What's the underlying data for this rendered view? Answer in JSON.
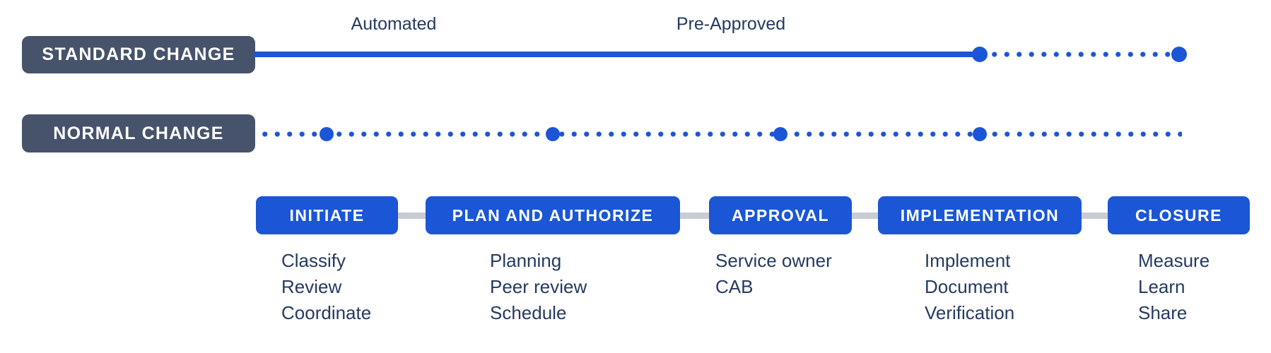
{
  "colors": {
    "accent_blue": "#1a56d6",
    "pill_slate": "#46536b",
    "text_navy": "#253a60",
    "connector_gray": "#c8cdd4",
    "background": "#ffffff"
  },
  "lanes": [
    {
      "label": "STANDARD CHANGE",
      "line_style": "solid-then-dotted"
    },
    {
      "label": "NORMAL CHANGE",
      "line_style": "dotted"
    }
  ],
  "annotations": [
    {
      "text": "Automated"
    },
    {
      "text": "Pre-Approved"
    }
  ],
  "phases": [
    {
      "label": "INITIATE",
      "items": [
        "Classify",
        "Review",
        "Coordinate"
      ]
    },
    {
      "label": "PLAN AND AUTHORIZE",
      "items": [
        "Planning",
        "Peer review",
        "Schedule"
      ]
    },
    {
      "label": "APPROVAL",
      "items": [
        "Service owner",
        "CAB"
      ]
    },
    {
      "label": "IMPLEMENTATION",
      "items": [
        "Implement",
        "Document",
        "Verification"
      ]
    },
    {
      "label": "CLOSURE",
      "items": [
        "Measure",
        "Learn",
        "Share"
      ]
    }
  ]
}
